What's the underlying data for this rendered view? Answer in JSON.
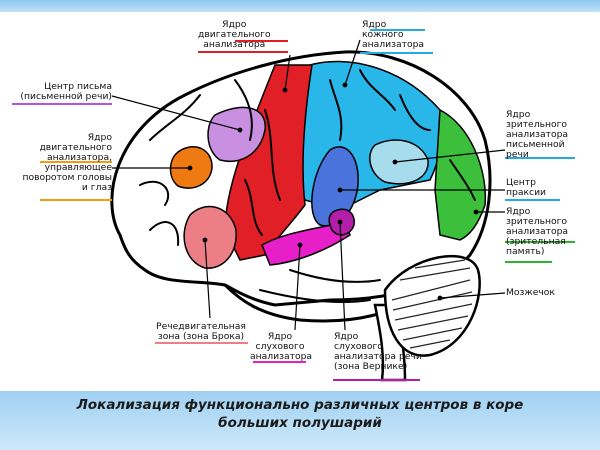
{
  "caption": {
    "line1": "Локализация функционально различных центров в коре",
    "line2": "больших полушарий"
  },
  "labels": {
    "motor": [
      "Ядро",
      "двигательного",
      "анализатора"
    ],
    "skin": [
      "Ядро",
      "кожного",
      "анализатора"
    ],
    "writing": [
      "Центр письма",
      "(письменной речи)"
    ],
    "eye_motor": [
      "Ядро",
      "двигательного",
      "анализатора,",
      "управляющее",
      "поворотом головы",
      "и глаз"
    ],
    "visual_written": [
      "Ядро",
      "зрительного",
      "анализатора",
      "письменной",
      "речи"
    ],
    "praxis": [
      "Центр",
      "праксии"
    ],
    "visual": [
      "Ядро",
      "зрительного",
      "анализатора",
      "(зрительная",
      "память)"
    ],
    "cerebellum": [
      "Мозжечок"
    ],
    "broca": [
      "Речедвигательная",
      "зона (зона Брока)"
    ],
    "auditory": [
      "Ядро",
      "слухового",
      "анализатора"
    ],
    "wernicke": [
      "Ядро",
      "слухового",
      "анализатора речи",
      "(зона Вернике)"
    ]
  },
  "colors": {
    "motor": "#e01f26",
    "skin": "#29b6e8",
    "writing": "#c98fe0",
    "eye_motor": "#f07a12",
    "broca": "#ec7f86",
    "visual": "#3cbf3a",
    "visual_written": "#a6dcec",
    "praxis": "#4a74dc",
    "auditory": "#e61fc8",
    "wernicke": "#b31ea8",
    "underline_orange": "#f39c12",
    "underline_red": "#e02020",
    "underline_blue": "#2aa9e0",
    "underline_green": "#2db52d",
    "underline_purple": "#b455d8",
    "underline_magenta": "#e020c8"
  }
}
